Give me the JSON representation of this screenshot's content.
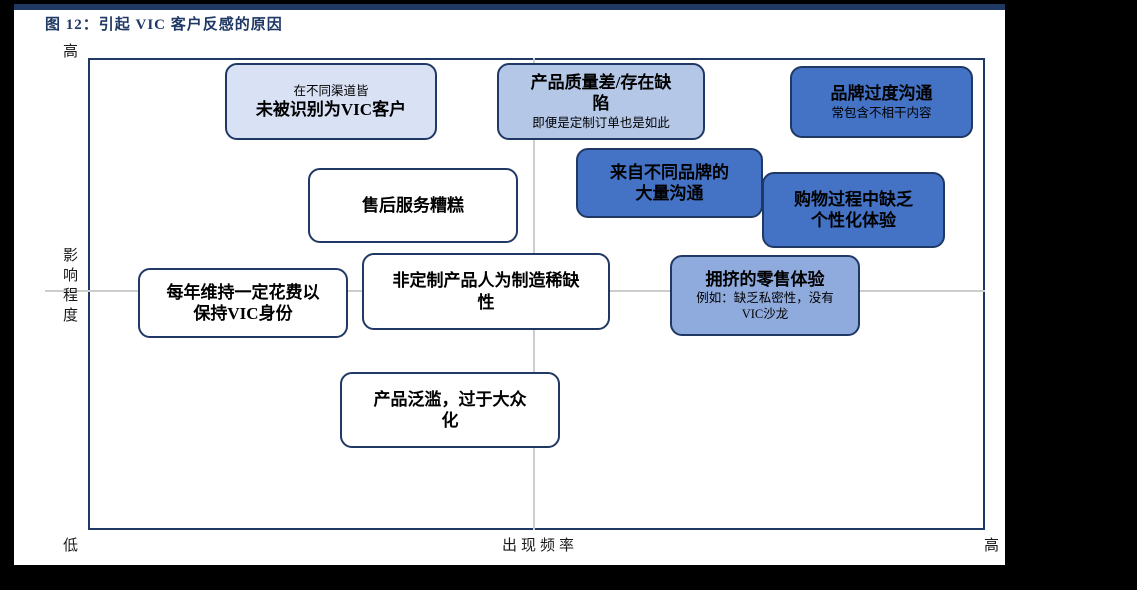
{
  "title": "图 12：引起 VIC 客户反感的原因",
  "axes": {
    "y_label": "影\n响\n程\n度",
    "y_top": "高",
    "y_bottom": "低",
    "x_label": "出现频率",
    "x_right": "高"
  },
  "boxes": [
    {
      "id": "vic-unrecognized",
      "note_top": "在不同渠道皆",
      "title": "未被识别为VIC客户",
      "fill": "#D9E2F5"
    },
    {
      "id": "product-quality-defects",
      "title": "产品质量差/存在缺\n陷",
      "note_bottom": "即便是定制订单也是如此",
      "fill": "#B4C7E7"
    },
    {
      "id": "brand-overcommunication",
      "title": "品牌过度沟通",
      "note_bottom": "常包含不相干内容",
      "fill": "#4472C4"
    },
    {
      "id": "multi-brand-communication",
      "title": "来自不同品牌的\n大量沟通",
      "fill": "#4472C4"
    },
    {
      "id": "lack-of-personalization",
      "title": "购物过程中缺乏\n个性化体验",
      "fill": "#4472C4"
    },
    {
      "id": "poor-aftersales-service",
      "title": "售后服务糟糕",
      "fill": "#FFFFFF"
    },
    {
      "id": "annual-spend-to-keep-vic",
      "title": "每年维持一定花费以\n保持VIC身份",
      "fill": "#FFFFFF"
    },
    {
      "id": "artificial-scarcity",
      "title": "非定制产品人为制造稀缺\n性",
      "fill": "#FFFFFF"
    },
    {
      "id": "crowded-retail-experience",
      "title": "拥挤的零售体验",
      "note_bottom": "例如：缺乏私密性，没有\nVIC沙龙",
      "fill": "#8FAADC"
    },
    {
      "id": "mass-market-products",
      "title": "产品泛滥，过于大众\n化",
      "fill": "#FFFFFF"
    }
  ],
  "colors": {
    "accent_navy": "#1F3864",
    "box_border": "#1F3864",
    "fill_light": "#D9E2F5",
    "fill_medium": "#B4C7E7",
    "fill_medium2": "#8FAADC",
    "fill_bright": "#4472C4",
    "gridline_gray": "#CDCDCD",
    "page_background": "#FFFFFF",
    "outer_background": "#000000"
  }
}
